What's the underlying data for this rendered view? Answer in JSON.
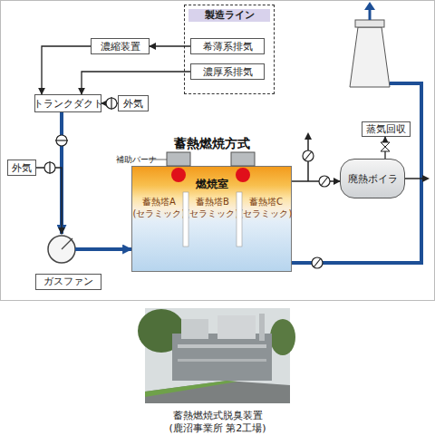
{
  "diagram": {
    "caption": "蓄熱燃焼式脱臭装置 (鹿沼事業所 第2工場)",
    "nodes": [
      {
        "text": [
          "製造ライン"
        ]
      },
      {
        "text": [
          "希薄系排気"
        ],
        "in": 0
      },
      {
        "text": [
          "濃厚系排気"
        ],
        "in": 0
      },
      {
        "text": [
          "濃縮装置"
        ]
      },
      {
        "text": [
          "トランクダクト"
        ]
      },
      {
        "text": [
          "外気"
        ]
      },
      {
        "text": [
          "外気"
        ]
      },
      {
        "text": [
          "蓄熱燃焼方式",
          "燃焼室"
        ]
      },
      {
        "text": [
          "蓄熱塔A (セラミック)"
        ],
        "in": 7
      },
      {
        "text": [
          "蓄熱塔B (セラミック)"
        ],
        "in": 7
      },
      {
        "text": [
          "蓄熱塔C (セラミック)"
        ],
        "in": 7
      },
      {
        "text": [
          "蒸気回収"
        ]
      },
      {
        "text": [
          "廃熱ボイラ"
        ]
      },
      {
        "text": [
          "ガスファン"
        ]
      }
    ],
    "edges": [
      {
        "from": 1,
        "to": 3,
        "arrow": "to"
      },
      {
        "from": 3,
        "to": 4,
        "arrow": "to"
      },
      {
        "from": 2,
        "to": 4,
        "arrow": "to"
      },
      {
        "from": 5,
        "to": 4,
        "arrow": "to"
      },
      {
        "from": 4,
        "to": 13,
        "arrow": "to"
      },
      {
        "from": 6,
        "to": 13,
        "arrow": "to"
      },
      {
        "from": 13,
        "to": 7,
        "arrow": "to"
      },
      {
        "from": 7,
        "to": 12,
        "arrow": "to"
      },
      {
        "from": 12,
        "to": 11,
        "arrow": "to"
      }
    ],
    "labels": [
      "補助バーナ"
    ]
  }
}
